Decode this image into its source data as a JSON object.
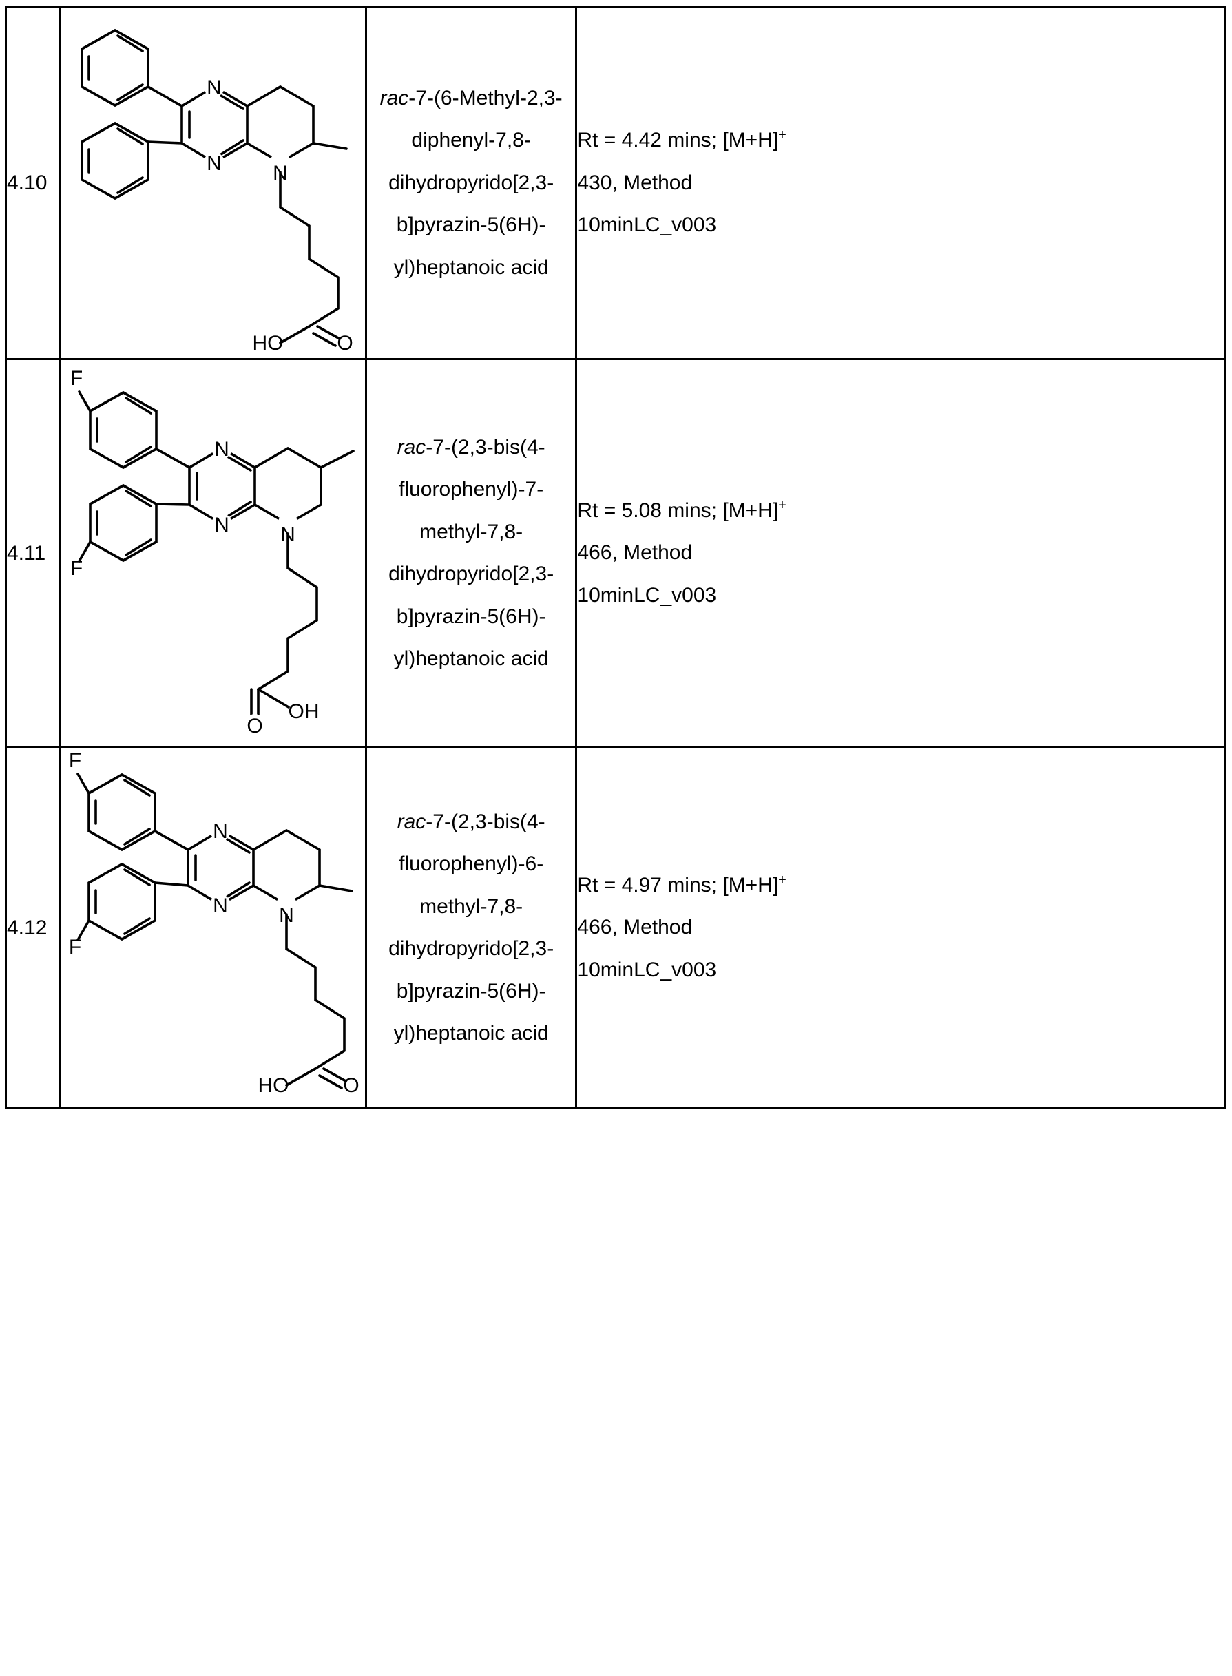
{
  "table": {
    "rows": [
      {
        "number": "4.10",
        "structure_name": "structure-4-10",
        "name_lines": [
          "rac-7-(6-Methyl-2,3-",
          "diphenyl-7,8-",
          "dihydropyrido[2,3-",
          "b]pyrazin-5(6H)-",
          "yl)heptanoic acid"
        ],
        "name_italic_prefix": "rac",
        "name_after_prefix_first_line": "-7-(6-Methyl-2,3-",
        "rt_lines": [
          "Rt = 4.42 mins; [M+H]",
          "430, Method",
          "10minLC_v003"
        ],
        "rt_superscript": "+",
        "structure_labels": {
          "ring_n_top": "N",
          "ring_n_bottom": "N",
          "amine_n": "N",
          "acid_ho": "HO",
          "acid_o": "O"
        }
      },
      {
        "number": "4.11",
        "structure_name": "structure-4-11",
        "name_lines": [
          "rac-7-(2,3-bis(4-",
          "fluorophenyl)-7-",
          "methyl-7,8-",
          "dihydropyrido[2,3-",
          "b]pyrazin-5(6H)-",
          "yl)heptanoic acid"
        ],
        "name_italic_prefix": "rac",
        "name_after_prefix_first_line": "-7-(2,3-bis(4-",
        "rt_lines": [
          "Rt = 5.08 mins; [M+H]",
          "466, Method",
          "10minLC_v003"
        ],
        "rt_superscript": "+",
        "structure_labels": {
          "ring_n_top": "N",
          "ring_n_bottom": "N",
          "amine_n": "N",
          "fluorine_top": "F",
          "fluorine_bottom": "F",
          "acid_o": "O",
          "acid_oh": "OH"
        }
      },
      {
        "number": "4.12",
        "structure_name": "structure-4-12",
        "name_lines": [
          "rac-7-(2,3-bis(4-",
          "fluorophenyl)-6-",
          "methyl-7,8-",
          "dihydropyrido[2,3-",
          "b]pyrazin-5(6H)-",
          "yl)heptanoic acid"
        ],
        "name_italic_prefix": "rac",
        "name_after_prefix_first_line": "-7-(2,3-bis(4-",
        "rt_lines": [
          "Rt = 4.97 mins; [M+H]",
          "466, Method",
          "10minLC_v003"
        ],
        "rt_superscript": "+",
        "structure_labels": {
          "ring_n_top": "N",
          "ring_n_bottom": "N",
          "amine_n": "N",
          "fluorine_top": "F",
          "fluorine_bottom": "F",
          "acid_ho": "HO",
          "acid_o": "O"
        }
      }
    ]
  },
  "colors": {
    "ink": "#000000",
    "paper": "#ffffff"
  }
}
